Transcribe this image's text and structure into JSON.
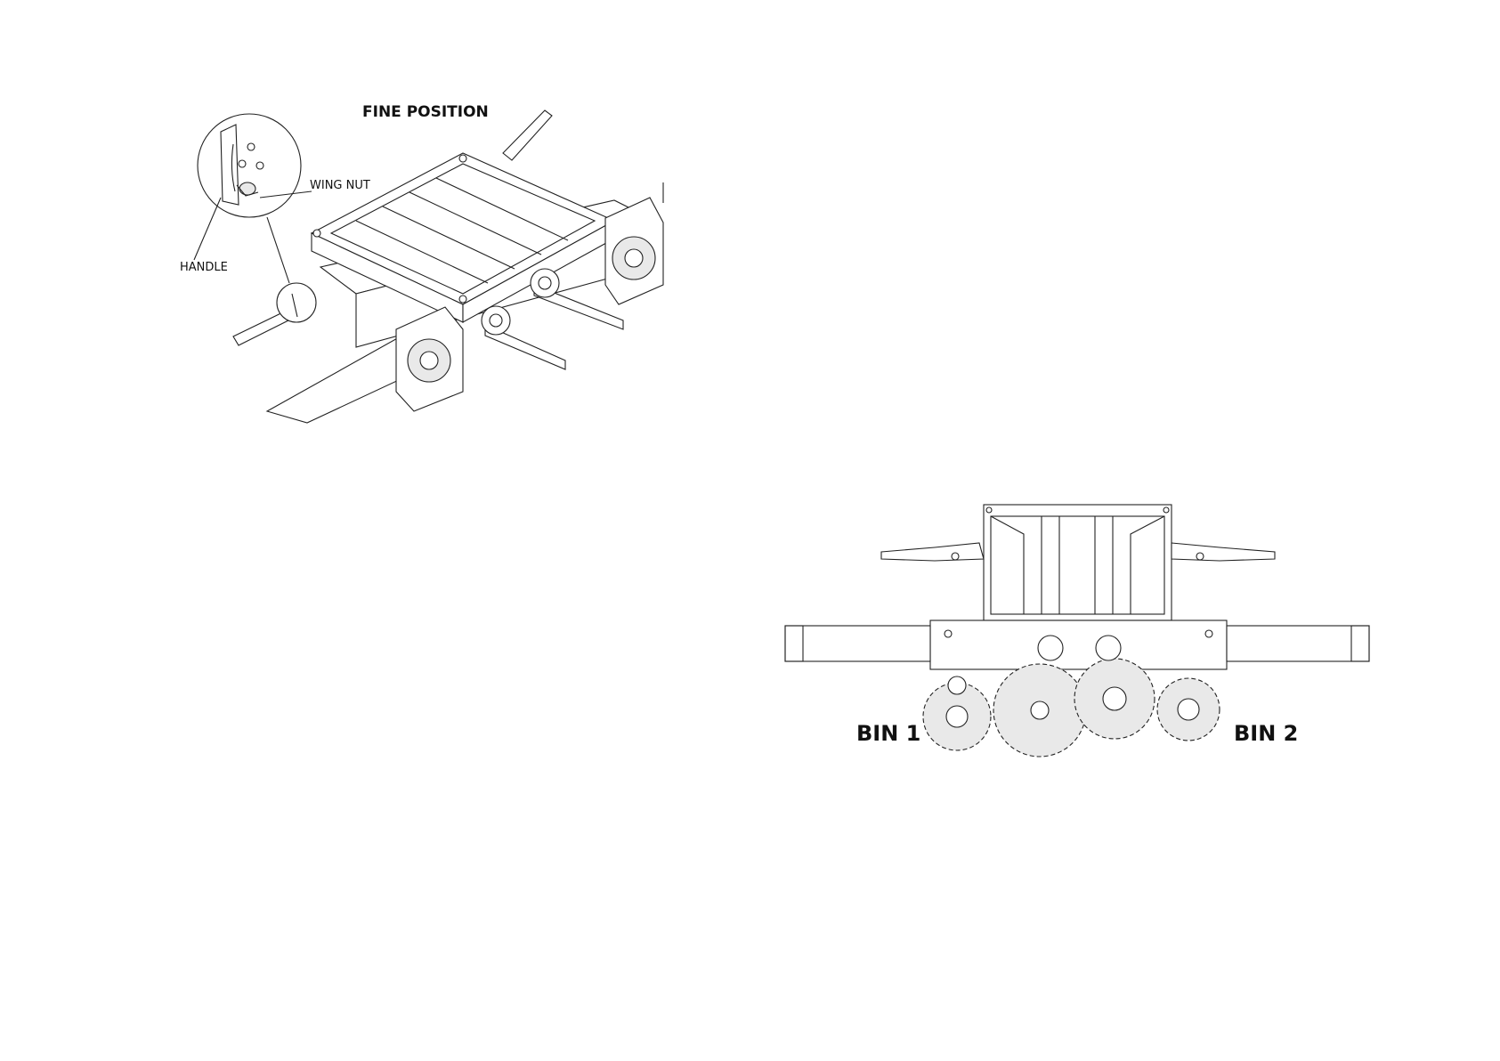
{
  "left_diagram": {
    "title": "FINE POSITION",
    "callouts": {
      "wing_nut": "WING NUT",
      "handle": "HANDLE"
    }
  },
  "right_diagram": {
    "bins": {
      "bin1": "BIN 1",
      "bin2": "BIN 2"
    }
  }
}
